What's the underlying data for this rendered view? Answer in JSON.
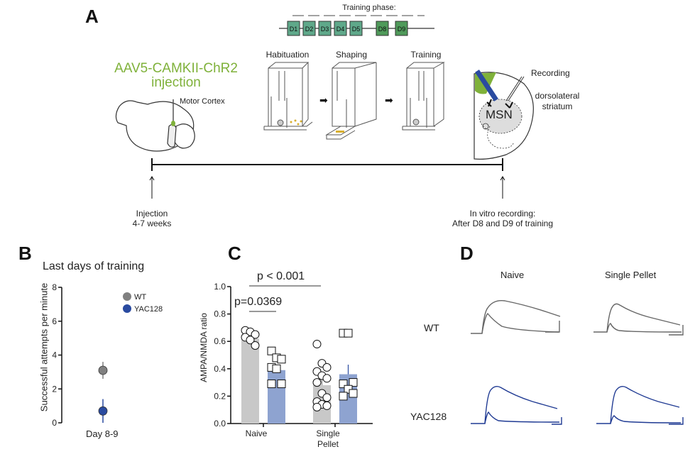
{
  "panels": {
    "A": {
      "label": "A",
      "training_phase_title": "Training phase:",
      "days": [
        "D1",
        "D2",
        "D3",
        "D4",
        "D5",
        "D8",
        "D9"
      ],
      "day_colors": {
        "early": "#5fa88a",
        "late": "#4f9a5a"
      },
      "injection_title_line1": "AAV5-CAMKII-ChR2",
      "injection_title_line2": "injection",
      "injection_color": "#7fb13a",
      "motor_cortex": "Motor Cortex",
      "stages": [
        "Habituation",
        "Shaping",
        "Training"
      ],
      "recording": "Recording",
      "region_line1": "dorsolateral",
      "region_line2": "striatum",
      "msn": "MSN",
      "timeline_left_line1": "Injection",
      "timeline_left_line2": "4-7 weeks",
      "timeline_right_line1": "In vitro recording:",
      "timeline_right_line2": "After D8 and D9 of training"
    },
    "B": {
      "label": "B"
    },
    "C": {
      "label": "C",
      "sig1": "p < 0.001",
      "sig2": "p=0.0369"
    },
    "D": {
      "label": "D",
      "col_naive": "Naive",
      "col_single": "Single Pellet",
      "row_wt": "WT",
      "row_yac": "YAC128",
      "wt_color": "#666666",
      "yac_color": "#1f3a93"
    }
  },
  "chart_data": [
    {
      "type": "scatter",
      "title": "Last days of training",
      "xlabel": "",
      "ylabel": "Successful attempts per minute",
      "categories": [
        "Day 8-9"
      ],
      "ylim": [
        0,
        8
      ],
      "yticks": [
        0,
        2,
        4,
        6,
        8
      ],
      "legend_position": "top-right",
      "series": [
        {
          "name": "WT",
          "color": "#808080",
          "values": [
            3.1
          ],
          "error": [
            0.5
          ]
        },
        {
          "name": "YAC128",
          "color": "#2a4ba0",
          "values": [
            0.7
          ],
          "error": [
            0.7
          ]
        }
      ]
    },
    {
      "type": "bar",
      "title": "",
      "xlabel": "",
      "ylabel": "AMPA/NMDA ratio",
      "categories": [
        "Naive",
        "Single Pellet"
      ],
      "category_lines": [
        [
          "Naive"
        ],
        [
          "Single",
          "Pellet"
        ]
      ],
      "ylim": [
        0,
        1.0
      ],
      "yticks": [
        "0.0",
        "0.2",
        "0.4",
        "0.6",
        "0.8",
        "1.0"
      ],
      "series": [
        {
          "name": "WT",
          "color": "#c8c8c8",
          "marker": "circle",
          "values": [
            0.62,
            0.28
          ],
          "error": [
            0.02,
            0.04
          ],
          "points": [
            [
              0.68,
              0.67,
              0.65,
              0.63,
              0.61,
              0.57
            ],
            [
              0.58,
              0.44,
              0.41,
              0.38,
              0.35,
              0.33,
              0.3,
              0.22,
              0.19,
              0.16,
              0.14,
              0.13,
              0.12
            ]
          ]
        },
        {
          "name": "YAC128",
          "color": "#8ea3d0",
          "marker": "square",
          "values": [
            0.39,
            0.36
          ],
          "error": [
            0.04,
            0.07
          ],
          "points": [
            [
              0.53,
              0.48,
              0.47,
              0.41,
              0.4,
              0.29,
              0.29
            ],
            [
              0.66,
              0.66,
              0.3,
              0.29,
              0.25,
              0.22,
              0.2
            ]
          ]
        }
      ],
      "annotations": [
        {
          "text": "p < 0.001",
          "from": "Naive WT",
          "to": "Single Pellet WT"
        },
        {
          "text": "p=0.0369",
          "from": "Naive WT",
          "to": "Naive YAC128"
        }
      ]
    }
  ]
}
